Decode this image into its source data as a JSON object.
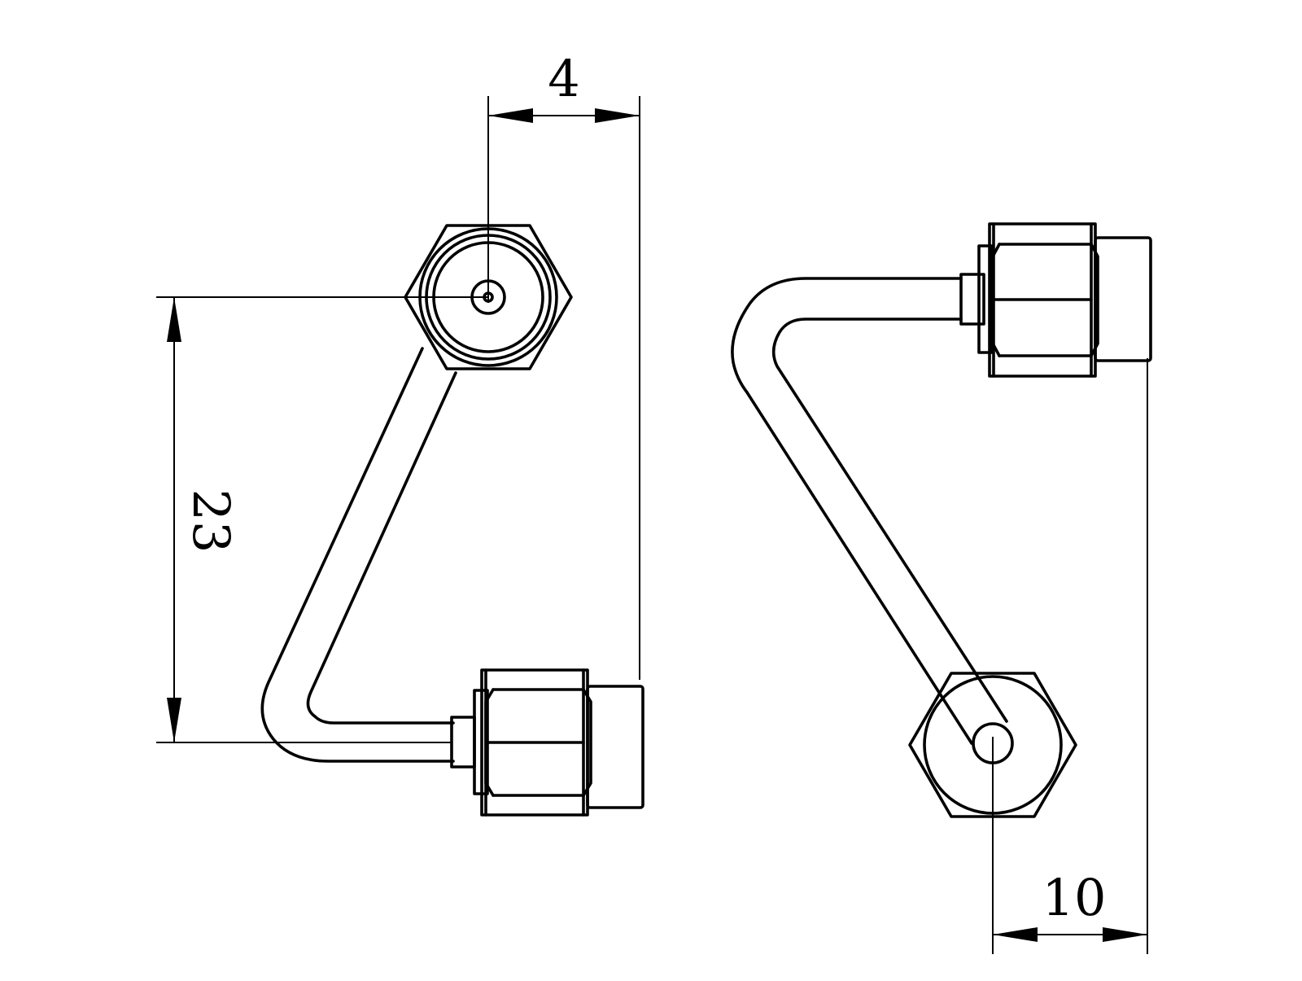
{
  "dimensions": {
    "top_offset": "4",
    "vertical_span": "23",
    "bottom_offset": "10"
  }
}
